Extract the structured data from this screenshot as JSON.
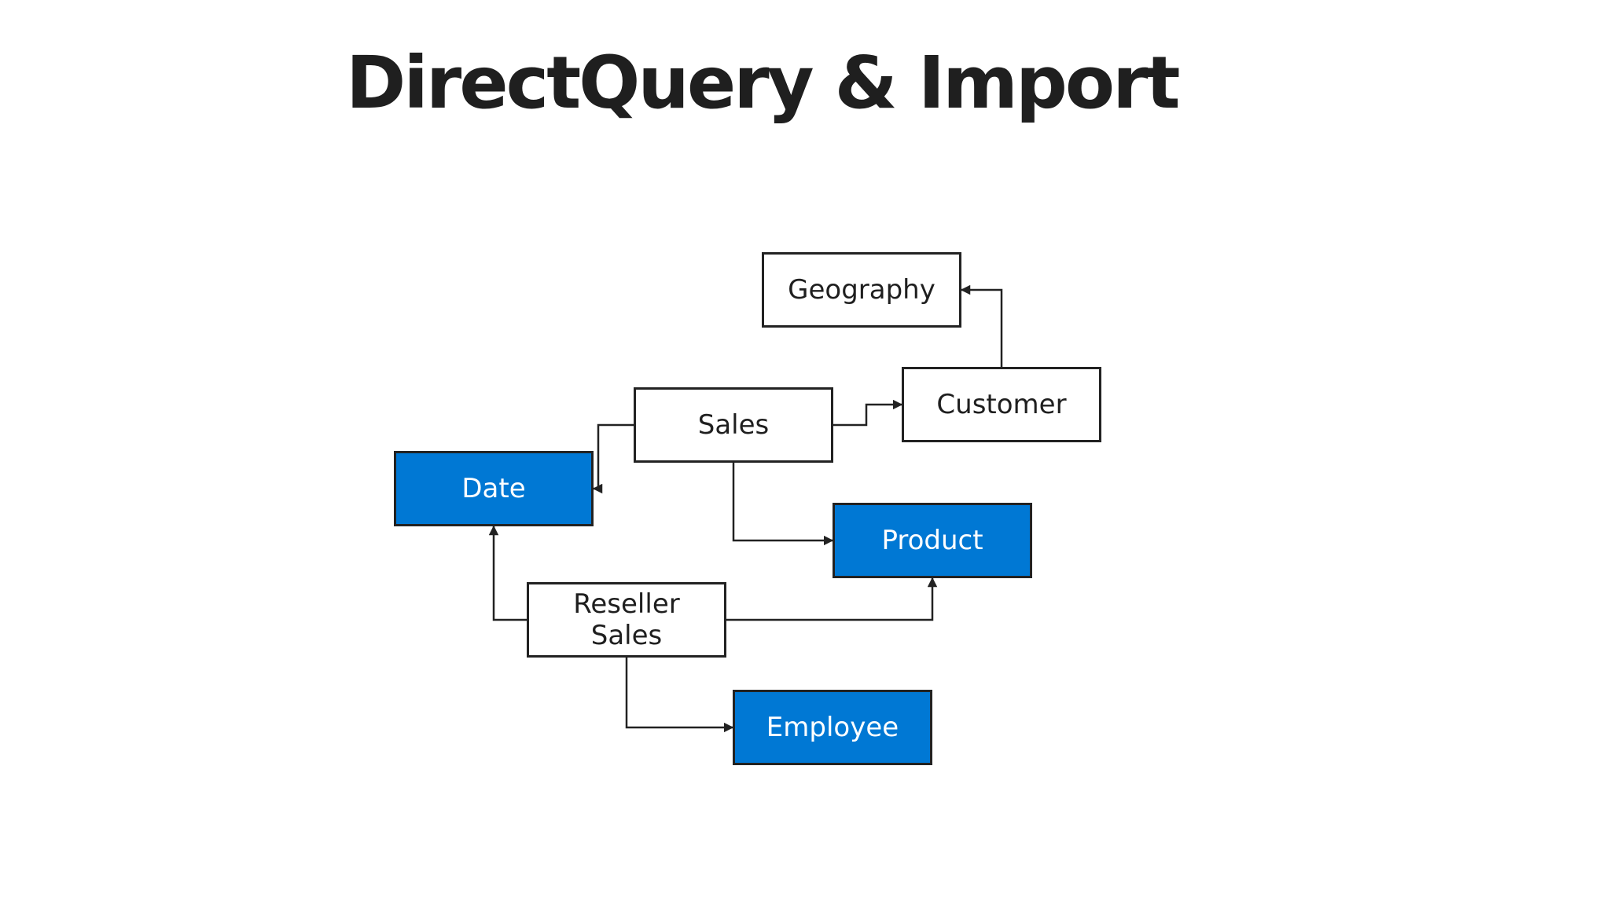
{
  "title": "DirectQuery & Import",
  "colors": {
    "directquery_fill": "#0078d4",
    "import_fill": "#ffffff",
    "border": "#222222",
    "text_dark": "#1f1f1f",
    "text_light": "#ffffff"
  },
  "nodes": [
    {
      "id": "geography",
      "label": "Geography",
      "style": "import"
    },
    {
      "id": "customer",
      "label": "Customer",
      "style": "import"
    },
    {
      "id": "sales",
      "label": "Sales",
      "style": "import"
    },
    {
      "id": "date",
      "label": "Date",
      "style": "directquery"
    },
    {
      "id": "product",
      "label": "Product",
      "style": "directquery"
    },
    {
      "id": "reseller_sales",
      "label": "Reseller\nSales",
      "style": "import"
    },
    {
      "id": "employee",
      "label": "Employee",
      "style": "directquery"
    }
  ],
  "edges": [
    {
      "from": "customer",
      "to": "geography"
    },
    {
      "from": "sales",
      "to": "customer"
    },
    {
      "from": "sales",
      "to": "date"
    },
    {
      "from": "sales",
      "to": "product"
    },
    {
      "from": "reseller_sales",
      "to": "date"
    },
    {
      "from": "reseller_sales",
      "to": "product"
    },
    {
      "from": "reseller_sales",
      "to": "employee"
    }
  ]
}
